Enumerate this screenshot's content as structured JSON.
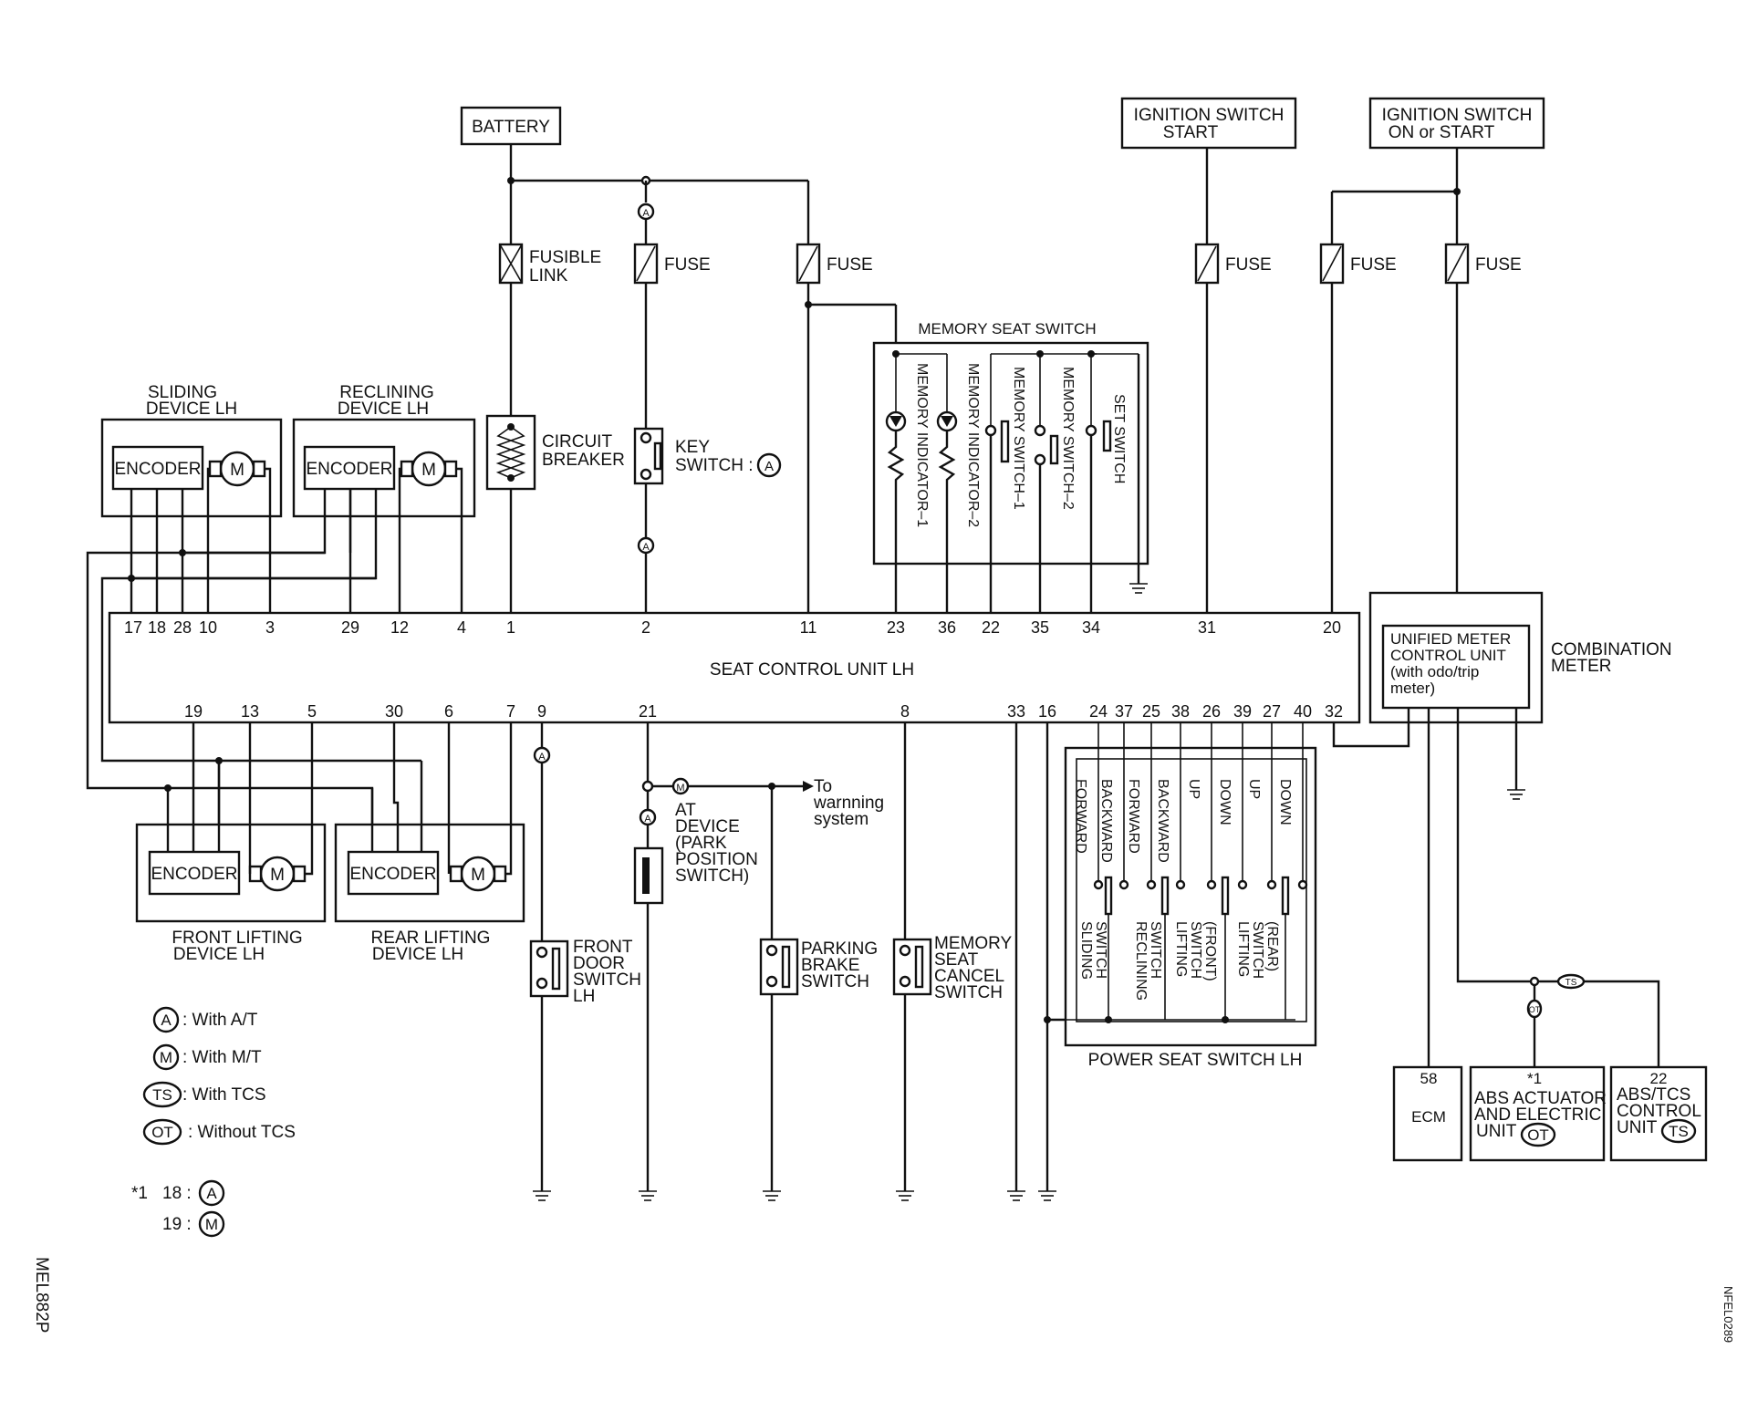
{
  "components": {
    "battery": "BATTERY",
    "ign_start_1": "IGNITION SWITCH",
    "ign_start_2": "START",
    "ign_on_1": "IGNITION SWITCH",
    "ign_on_2": "ON or START",
    "fusible_1": "FUSIBLE",
    "fusible_2": "LINK",
    "fuse": "FUSE",
    "breaker_1": "CIRCUIT",
    "breaker_2": "BREAKER",
    "key_1": "KEY",
    "key_2": "SWITCH :",
    "memory_seat_switch": "MEMORY SEAT SWITCH",
    "mem_ind_1": "MEMORY INDICATOR–1",
    "mem_ind_2": "MEMORY INDICATOR–2",
    "mem_sw_1": "MEMORY SWITCH–1",
    "mem_sw_2": "MEMORY SWITCH–2",
    "set_switch": "SET SWITCH",
    "sliding_1": "SLIDING",
    "sliding_2": "DEVICE LH",
    "reclining_1": "RECLINING",
    "reclining_2": "DEVICE LH",
    "encoder": "ENCODER",
    "motor": "M",
    "seat_control_unit": "SEAT CONTROL UNIT LH",
    "front_lift_1": "FRONT LIFTING",
    "front_lift_2": "DEVICE LH",
    "rear_lift_1": "REAR LIFTING",
    "rear_lift_2": "DEVICE LH",
    "door_1": "FRONT",
    "door_2": "DOOR",
    "door_3": "SWITCH",
    "door_4": "LH",
    "at_1": "AT",
    "at_2": "DEVICE",
    "at_3": "(PARK",
    "at_4": "POSITION",
    "at_5": "SWITCH)",
    "warn_1": "To",
    "warn_2": "warnning",
    "warn_3": "system",
    "parking_1": "PARKING",
    "parking_2": "BRAKE",
    "parking_3": "SWITCH",
    "msc_1": "MEMORY",
    "msc_2": "SEAT",
    "msc_3": "CANCEL",
    "msc_4": "SWITCH",
    "power_seat_switch": "POWER SEAT SWITCH LH",
    "forward": "FORWARD",
    "backward": "BACKWARD",
    "up": "UP",
    "down": "DOWN",
    "sliding_switch_1": "SLIDING",
    "sliding_switch_2": "SWITCH",
    "reclining_switch_1": "RECLINING",
    "reclining_switch_2": "SWITCH",
    "lift_front_1": "LIFTING",
    "lift_front_2": "SWITCH",
    "lift_front_3": "(FRONT)",
    "lift_rear_1": "LIFTING",
    "lift_rear_2": "SWITCH",
    "lift_rear_3": "(REAR)",
    "meter_1": "UNIFIED METER",
    "meter_2": "CONTROL UNIT",
    "meter_3": "(with odo/trip",
    "meter_4": "meter)",
    "comb_1": "COMBINATION",
    "comb_2": "METER",
    "ecm_pin": "58",
    "ecm": "ECM",
    "abs_pin": "*1",
    "abs_1": "ABS ACTUATOR",
    "abs_2": "AND ELECTRIC",
    "abs_3": "UNIT",
    "tcs_pin": "22",
    "tcs_1": "ABS/TCS",
    "tcs_2": "CONTROL",
    "tcs_3": "UNIT"
  },
  "badges": {
    "a": "A",
    "m": "M",
    "ts": "TS",
    "ot": "OT"
  },
  "pins_top": {
    "p17": "17",
    "p18": "18",
    "p28": "28",
    "p10": "10",
    "p3": "3",
    "p29": "29",
    "p12": "12",
    "p4": "4",
    "p1": "1",
    "p2": "2",
    "p11": "11",
    "p23": "23",
    "p36": "36",
    "p22": "22",
    "p35": "35",
    "p34": "34",
    "p31": "31",
    "p20": "20"
  },
  "pins_bottom": {
    "p19": "19",
    "p13": "13",
    "p5": "5",
    "p30": "30",
    "p6": "6",
    "p7": "7",
    "p9": "9",
    "p21": "21",
    "p8": "8",
    "p33": "33",
    "p16": "16",
    "p24": "24",
    "p37": "37",
    "p25": "25",
    "p38": "38",
    "p26": "26",
    "p39": "39",
    "p27": "27",
    "p40": "40",
    "p32": "32"
  },
  "legend": {
    "with_at": ": With A/T",
    "with_mt": ": With M/T",
    "with_tcs": ": With TCS",
    "without_tcs": ": Without TCS",
    "note_star": "*1",
    "note_18": "18 :",
    "note_19": "19 :"
  },
  "codes": {
    "left": "MEL882P",
    "right": "NFEL0289"
  }
}
